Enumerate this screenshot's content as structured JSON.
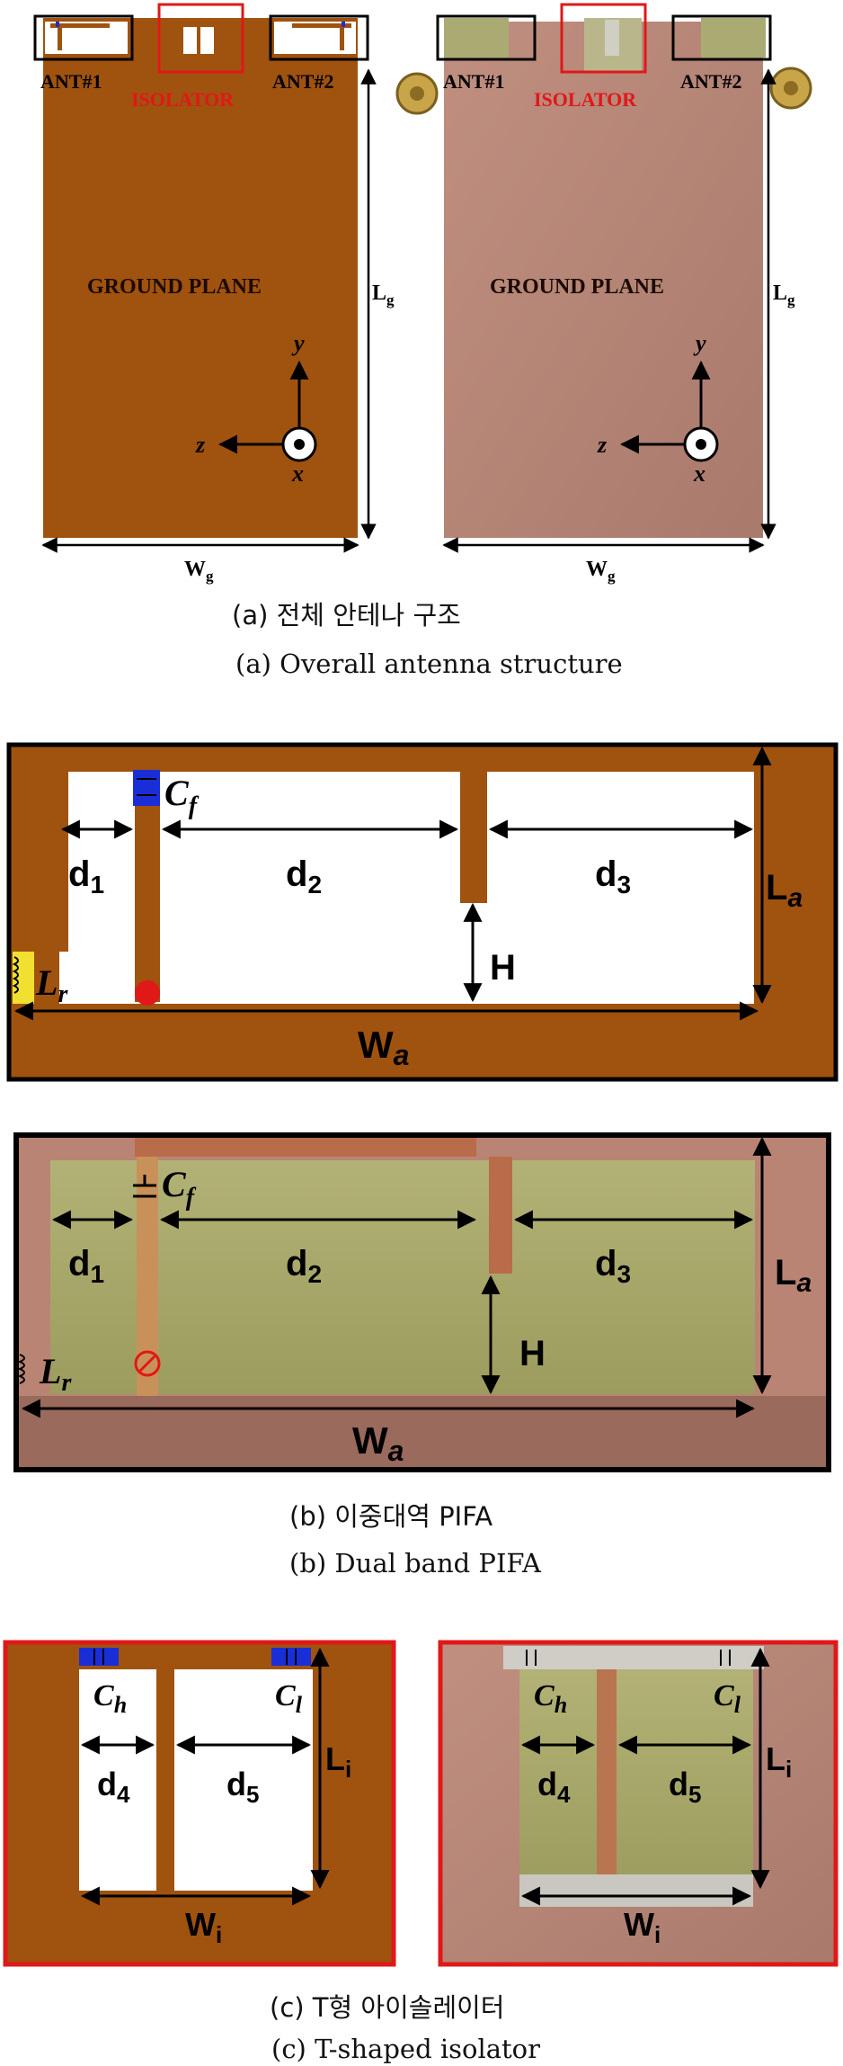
{
  "panel_a": {
    "ant1": "ANT#1",
    "isolator": "ISOLATOR",
    "ant2": "ANT#2",
    "ground_plane": "GROUND PLANE",
    "lg": "L",
    "lg_sub": "g",
    "wg": "W",
    "wg_sub": "g",
    "axis_y": "y",
    "axis_z": "z",
    "axis_x": "x",
    "caption_ko": "(a)  전체  안테나  구조",
    "caption_en": "(a)  Overall  antenna  structure"
  },
  "panel_b": {
    "cf": "C",
    "cf_sub": "f",
    "d1": "d",
    "d1_sub": "1",
    "d2": "d",
    "d2_sub": "2",
    "d3": "d",
    "d3_sub": "3",
    "la": "L",
    "la_sub": "a",
    "h": "H",
    "lr": "L",
    "lr_sub": "r",
    "wa": "W",
    "wa_sub": "a",
    "caption_ko": "(b)  이중대역  PIFA",
    "caption_en": "(b)  Dual  band  PIFA"
  },
  "panel_c": {
    "ch": "C",
    "ch_sub": "h",
    "cl": "C",
    "cl_sub": "l",
    "d4": "d",
    "d4_sub": "4",
    "d5": "d",
    "d5_sub": "5",
    "li": "L",
    "li_sub": "i",
    "wi": "W",
    "wi_sub": "i",
    "caption_ko": "(c)  T형  아이솔레이터",
    "caption_en": "(c)  T-shaped  isolator"
  },
  "colors": {
    "copper": "#a0520f",
    "photo_copper": "#b58476",
    "substrate": "#a9a96b",
    "highlight": "#e01818",
    "capacitor": "#1a2ed8",
    "inductor": "#f0e030"
  }
}
